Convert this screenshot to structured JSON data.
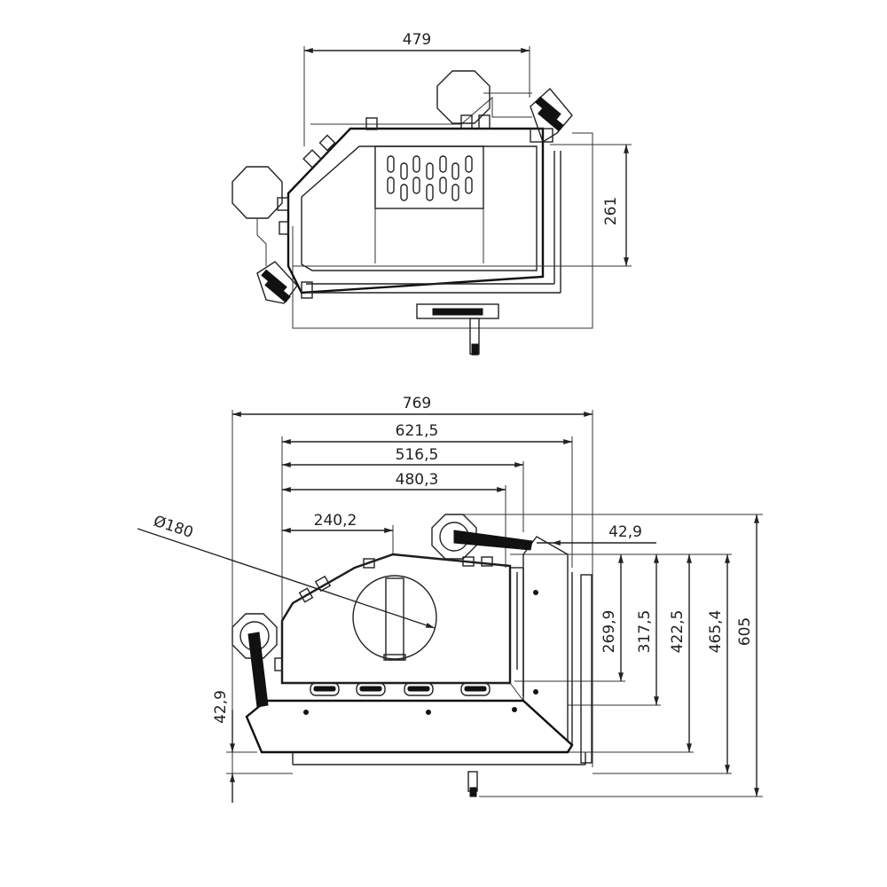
{
  "top_view": {
    "width_label": "479",
    "depth_label": "261"
  },
  "front_view": {
    "dimensions": {
      "overall_width": "769",
      "width_2": "621,5",
      "width_3": "516,5",
      "width_4": "480,3",
      "flue_offset": "240,2",
      "flue_diameter": "Ø180",
      "right_offset": "42,9",
      "left_offset": "42,9",
      "height_1": "269,9",
      "height_2": "317,5",
      "height_3": "422,5",
      "height_4": "465,4",
      "overall_height": "605"
    }
  }
}
